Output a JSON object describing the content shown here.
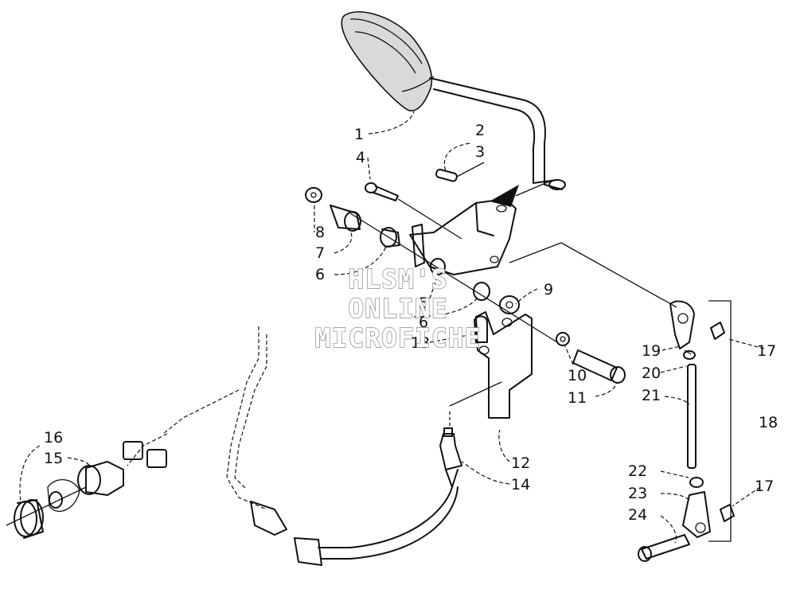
{
  "watermark": [
    "HLSM'S",
    "ONLINE",
    "MICROFICHE"
  ],
  "callouts": [
    {
      "id": "c1",
      "text": "1"
    },
    {
      "id": "c2",
      "text": "2"
    },
    {
      "id": "c3",
      "text": "3"
    },
    {
      "id": "c4",
      "text": "4"
    },
    {
      "id": "c5",
      "text": "5"
    },
    {
      "id": "c6a",
      "text": "6"
    },
    {
      "id": "c6b",
      "text": "6"
    },
    {
      "id": "c7",
      "text": "7"
    },
    {
      "id": "c8",
      "text": "8"
    },
    {
      "id": "c9",
      "text": "9"
    },
    {
      "id": "c10",
      "text": "10"
    },
    {
      "id": "c11",
      "text": "11"
    },
    {
      "id": "c12",
      "text": "12"
    },
    {
      "id": "c13",
      "text": "13"
    },
    {
      "id": "c14",
      "text": "14"
    },
    {
      "id": "c15",
      "text": "15"
    },
    {
      "id": "c16",
      "text": "16"
    },
    {
      "id": "c17a",
      "text": "17"
    },
    {
      "id": "c17b",
      "text": "17"
    },
    {
      "id": "c18",
      "text": "18"
    },
    {
      "id": "c19",
      "text": "19"
    },
    {
      "id": "c20",
      "text": "20"
    },
    {
      "id": "c21",
      "text": "21"
    },
    {
      "id": "c22",
      "text": "22"
    },
    {
      "id": "c23",
      "text": "23"
    },
    {
      "id": "c24",
      "text": "24"
    }
  ]
}
